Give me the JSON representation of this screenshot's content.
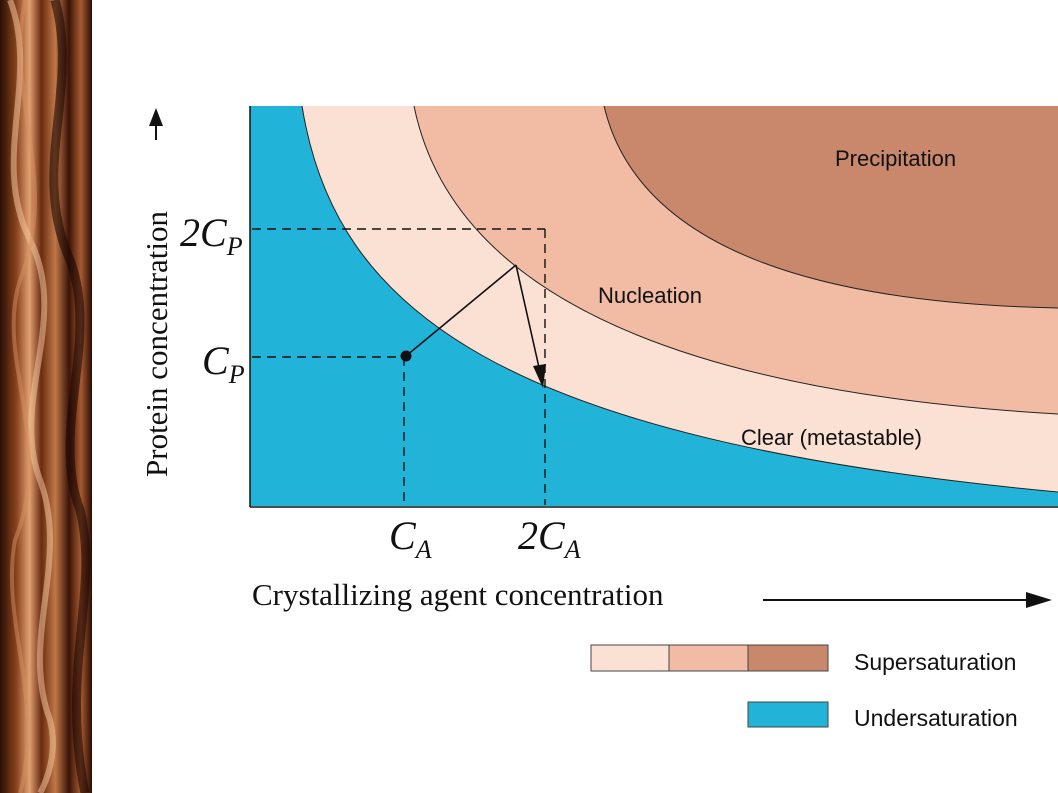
{
  "diagram": {
    "regions": {
      "precipitation": "Precipitation",
      "nucleation": "Nucleation",
      "clear": "Clear (metastable)"
    },
    "axes": {
      "y_label": "Protein concentration",
      "x_label": "Crystallizing agent concentration",
      "y_ticks": [
        {
          "base": "2C",
          "sub": "P"
        },
        {
          "base": "C",
          "sub": "P"
        }
      ],
      "x_ticks": [
        {
          "base": "C",
          "sub": "A"
        },
        {
          "base": "2C",
          "sub": "A"
        }
      ]
    },
    "legend": {
      "supersaturation": "Supersaturation",
      "undersaturation": "Undersaturation"
    },
    "colors": {
      "undersaturation": "#22b4d8",
      "clear": "#fbe1d3",
      "nucleation": "#f2bca4",
      "precipitation": "#c9876c",
      "sidebar": "#5a2a12"
    }
  }
}
